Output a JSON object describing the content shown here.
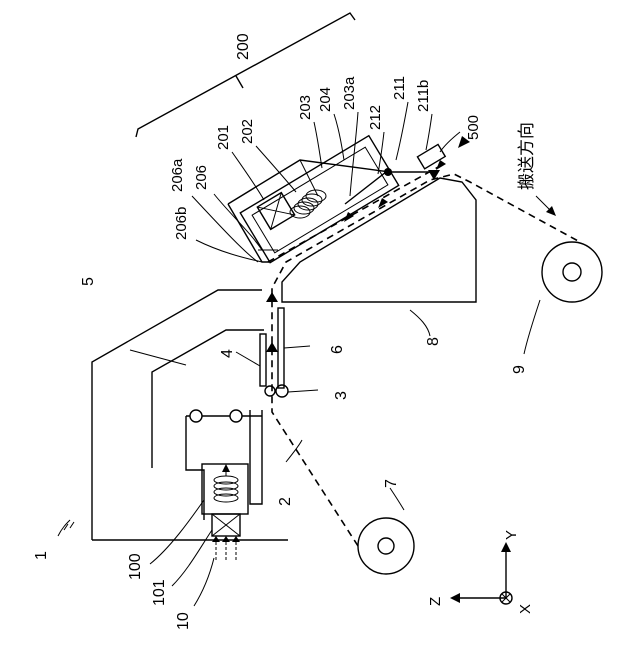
{
  "figure": {
    "labels": {
      "l200": "200",
      "l203": "203",
      "l204": "204",
      "l203a": "203a",
      "l211": "211",
      "l212": "212",
      "l211b": "211b",
      "l201": "201",
      "l202": "202",
      "l206": "206",
      "l206a": "206a",
      "l206b": "206b",
      "l500": "500",
      "l5": "5",
      "l4": "4",
      "l6": "6",
      "l8": "8",
      "l9": "9",
      "l3": "3",
      "l2": "2",
      "l7": "7",
      "l1": "1",
      "l100": "100",
      "l101": "101",
      "l10": "10",
      "direction": "搬送方向"
    },
    "axes": {
      "y": "Y",
      "z": "Z",
      "x": "X"
    }
  }
}
